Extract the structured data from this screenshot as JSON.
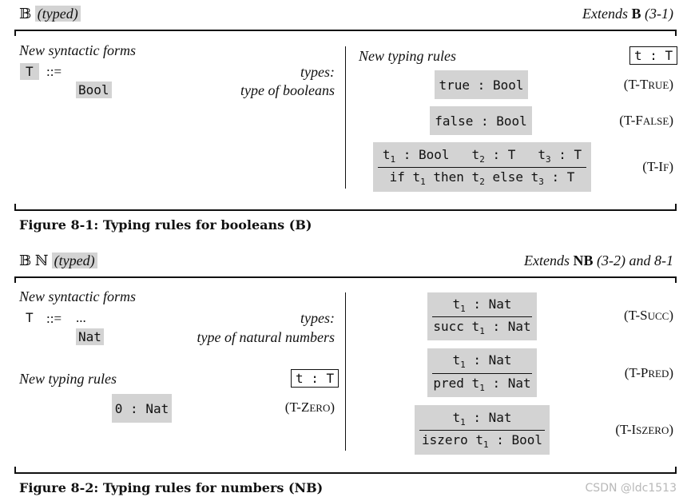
{
  "fig1": {
    "system_symbols": "𝔹",
    "system_tag": "(typed)",
    "extends_prefix": "Extends",
    "extends_name": "B",
    "extends_ref": "(3-1)",
    "syntax_heading": "New syntactic forms",
    "syn_lhs": "T",
    "syn_op": "::=",
    "syn_kind": "types:",
    "syn_form": "Bool",
    "syn_form_desc": "type of booleans",
    "rules_heading": "New typing rules",
    "judgment": "t : T",
    "true_rule": "true : Bool",
    "true_name_prefix": "(T-T",
    "true_name_sc": "RUE",
    "false_rule": "false : Bool",
    "false_name_prefix": "(T-F",
    "false_name_sc": "ALSE",
    "if_name_prefix": "(T-I",
    "if_name_sc": "F",
    "caption": "Figure 8-1: Typing rules for booleans (B)"
  },
  "fig2": {
    "system_symbols": "𝔹 ℕ",
    "system_tag": "(typed)",
    "extends_prefix": "Extends",
    "extends_name": "NB",
    "extends_ref": "(3-2) and 8-1",
    "syntax_heading": "New syntactic forms",
    "syn_lhs": "T",
    "syn_op": "::=",
    "syn_dots": "...",
    "syn_kind": "types:",
    "syn_form": "Nat",
    "syn_form_desc": "type of natural numbers",
    "rules_heading": "New typing rules",
    "judgment": "t : T",
    "zero_rule": "0 : Nat",
    "zero_name_prefix": "(T-Z",
    "zero_name_sc": "ERO",
    "succ_name_prefix": "(T-S",
    "succ_name_sc": "UCC",
    "pred_name_prefix": "(T-P",
    "pred_name_sc": "RED",
    "iszero_name_prefix": "(T-I",
    "iszero_name_sc": "SZERO",
    "caption": "Figure 8-2: Typing rules for numbers (NB)"
  },
  "watermark": "CSDN @ldc1513"
}
